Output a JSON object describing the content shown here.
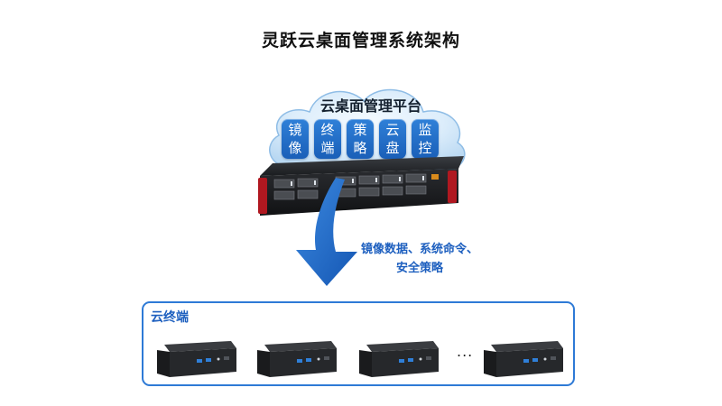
{
  "title": "灵跃云桌面管理系统架构",
  "platform": {
    "title": "云桌面管理平台",
    "modules": [
      {
        "top": "镜",
        "bottom": "像"
      },
      {
        "top": "终",
        "bottom": "端"
      },
      {
        "top": "策",
        "bottom": "略"
      },
      {
        "top": "云",
        "bottom": "盘"
      },
      {
        "top": "监",
        "bottom": "控"
      }
    ]
  },
  "flow": {
    "line1": "镜像数据、系统命令、",
    "line2": "安全策略"
  },
  "terminals": {
    "label": "云终端",
    "ellipsis": "...",
    "device_count_shown": 4
  },
  "colors": {
    "accent_blue": "#1d5fbf",
    "box_border": "#2e7ad6",
    "module_blue": "#2a74cc",
    "cloud_fill": "#d7eaf9"
  },
  "icons": {
    "cloud": "cloud-icon",
    "server": "rack-server-icon",
    "arrow": "curved-down-arrow-icon",
    "terminal": "mini-pc-icon"
  }
}
